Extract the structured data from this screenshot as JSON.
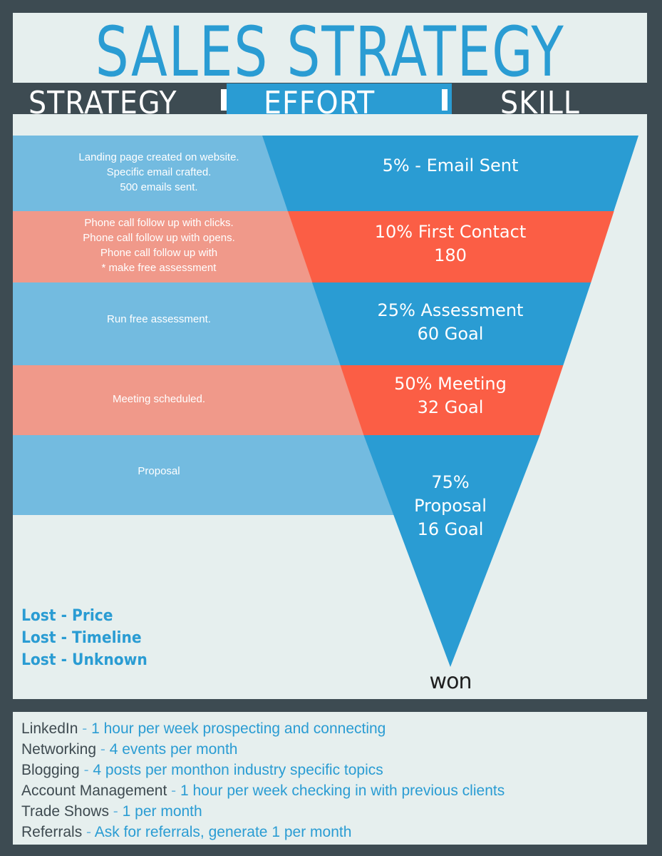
{
  "header": {
    "title": "SALES STRATEGY",
    "sub_items": [
      "STRATEGY",
      "EFFORT",
      "SKILL"
    ]
  },
  "colors": {
    "background": "#3d4b52",
    "panel": "#e6efee",
    "blue": "#2a9cd3",
    "light_blue": "#73bbe0",
    "coral": "#fb5e45",
    "light_coral": "#f0998a"
  },
  "funnel": {
    "stages": [
      {
        "label": "5% - Email Sent",
        "tactics": "Landing page created on website.\nSpecific email crafted.\n500 emails sent.",
        "color": "blue"
      },
      {
        "label": "10% First Contact\n180",
        "tactics": "Phone call follow up with clicks.\nPhone call follow up with opens.\nPhone call follow up with\n* make free assessment",
        "color": "coral"
      },
      {
        "label": "25% Assessment\n60 Goal",
        "tactics": "Run free assessment.",
        "color": "blue"
      },
      {
        "label": "50% Meeting\n32 Goal",
        "tactics": "Meeting scheduled.",
        "color": "coral"
      },
      {
        "label": "75%\nProposal\n16 Goal",
        "tactics": "Proposal",
        "color": "blue"
      }
    ],
    "end_label": "won"
  },
  "lost": [
    "Lost - Price",
    "Lost - Timeline",
    "Lost - Unknown"
  ],
  "activities": [
    {
      "name": "LinkedIn",
      "sep": " - ",
      "desc": "1 hour per week prospecting and connecting"
    },
    {
      "name": "Networking",
      "sep": " - ",
      "desc": "4 events per month"
    },
    {
      "name": "Blogging",
      "sep": " - ",
      "desc": "4 posts per monthon industry specific topics"
    },
    {
      "name": "Account Management",
      "sep": " - ",
      "desc": "1 hour per week checking in with previous clients"
    },
    {
      "name": "Trade Shows",
      "sep": " - ",
      "desc": "1 per month"
    },
    {
      "name": "Referrals",
      "sep": " - ",
      "desc": "Ask for referrals, generate 1 per month"
    }
  ]
}
